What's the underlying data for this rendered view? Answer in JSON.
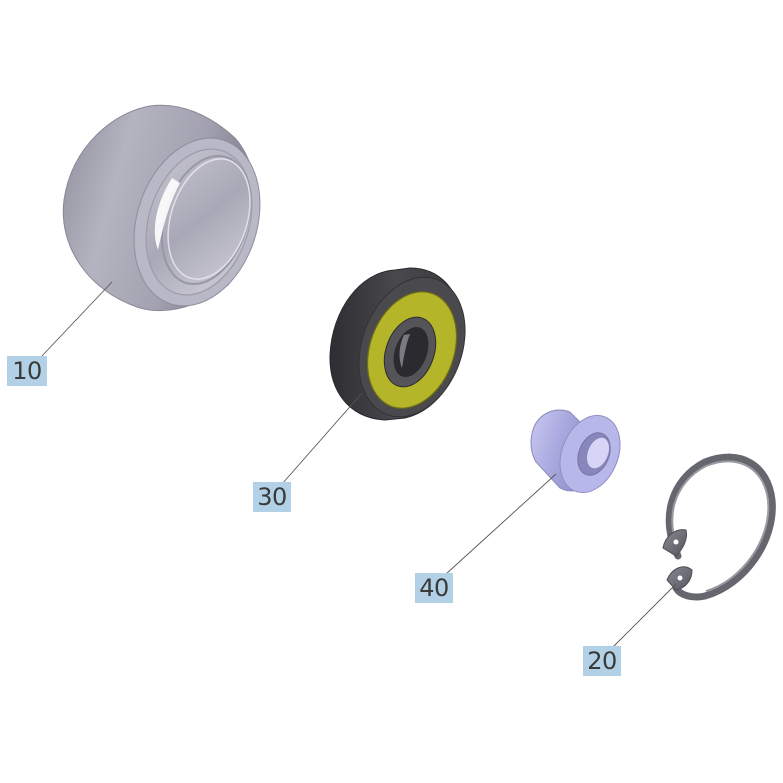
{
  "callouts": [
    {
      "id": "10",
      "label": "10"
    },
    {
      "id": "30",
      "label": "30"
    },
    {
      "id": "40",
      "label": "40"
    },
    {
      "id": "20",
      "label": "20"
    }
  ],
  "colors": {
    "sleeve_metal": "#9e9dab",
    "bearing_body": "#4a4a4e",
    "bearing_seal": "#b5b52a",
    "bushing": "#b3b2e6",
    "circlip": "#6f6f78",
    "label_bg": "#b3d1e6",
    "leader_line": "#444444"
  }
}
